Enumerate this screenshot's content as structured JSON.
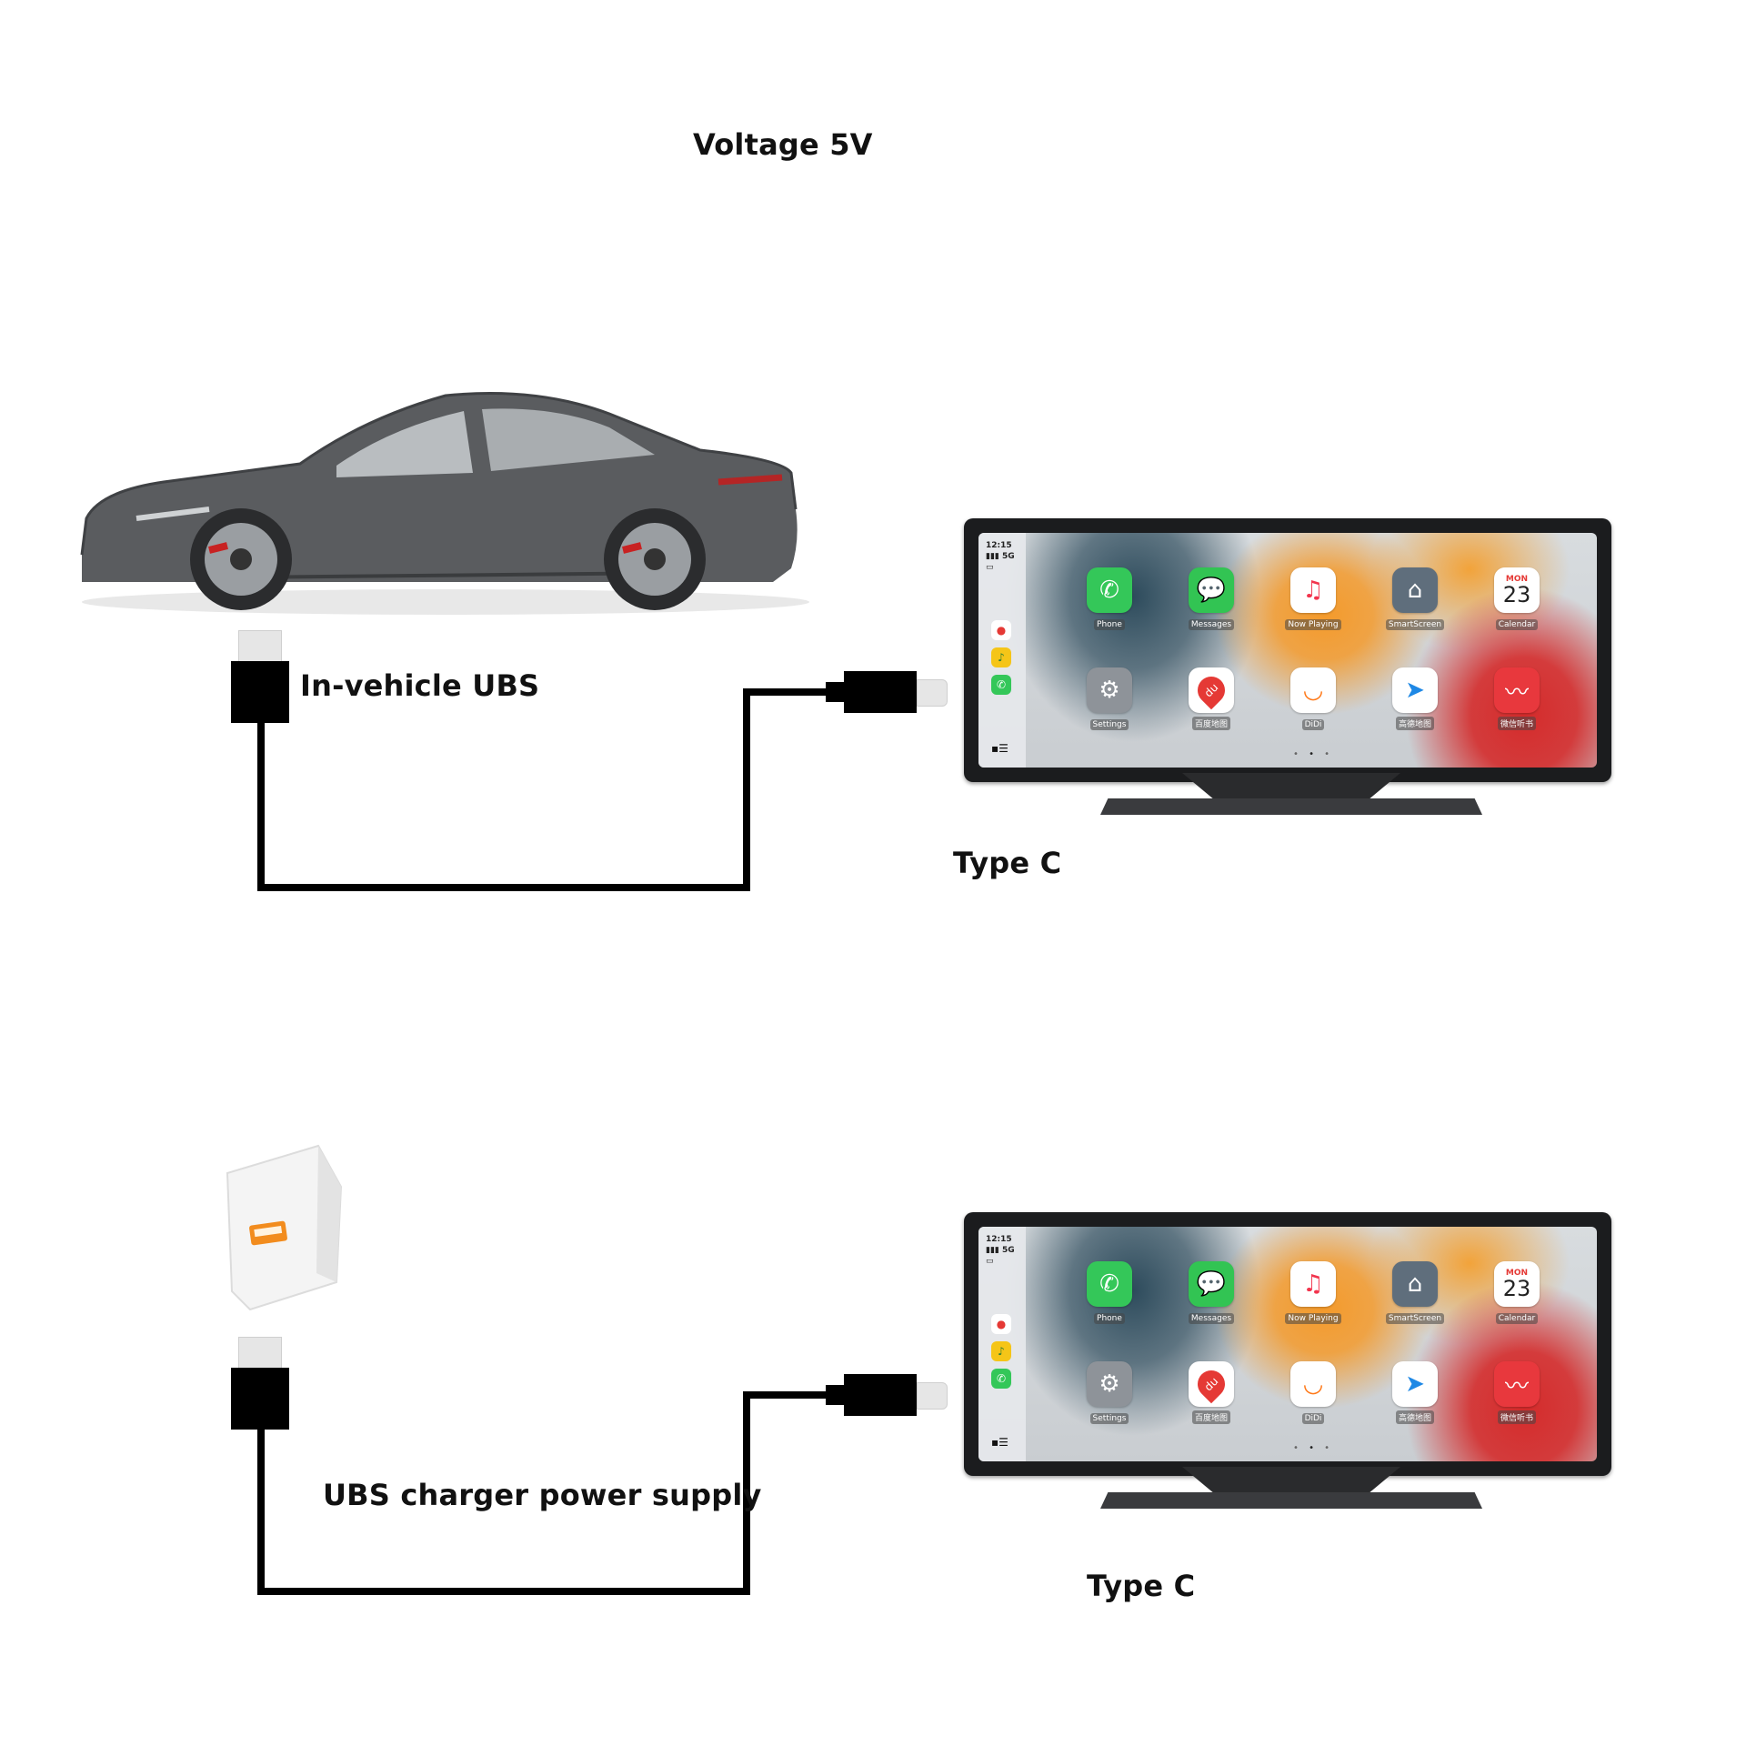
{
  "labels": {
    "voltage": "Voltage 5V",
    "in_vehicle": "In-vehicle UBS",
    "charger": "UBS charger power supply",
    "type_c_1": "Type C",
    "type_c_2": "Type C"
  },
  "screen": {
    "time": "12:15",
    "signal": "5G",
    "apps": [
      {
        "label": "Phone"
      },
      {
        "label": "Messages"
      },
      {
        "label": "Now Playing"
      },
      {
        "label": "SmartScreen"
      },
      {
        "label": "Calendar",
        "day": "MON",
        "date": "23"
      },
      {
        "label": "Settings"
      },
      {
        "label": "百度地图",
        "badge": "du"
      },
      {
        "label": "DiDi"
      },
      {
        "label": "高德地图"
      },
      {
        "label": "微信听书"
      }
    ]
  },
  "colors": {
    "cable": "#000000",
    "phone_green": "#34c759",
    "messages_green": "#32c453",
    "now_playing_red": "#f2344d",
    "didi_orange": "#ff7a1a",
    "wechat_red": "#e8383d"
  },
  "icons": [
    "car-image",
    "usb-a-plug-icon",
    "usb-c-plug-icon",
    "wall-charger-icon",
    "phone-icon",
    "messages-icon",
    "now-playing-icon",
    "home-icon",
    "calendar-icon",
    "settings-gear-icon",
    "baidu-map-icon",
    "didi-icon",
    "amap-icon",
    "wechat-listen-icon"
  ]
}
